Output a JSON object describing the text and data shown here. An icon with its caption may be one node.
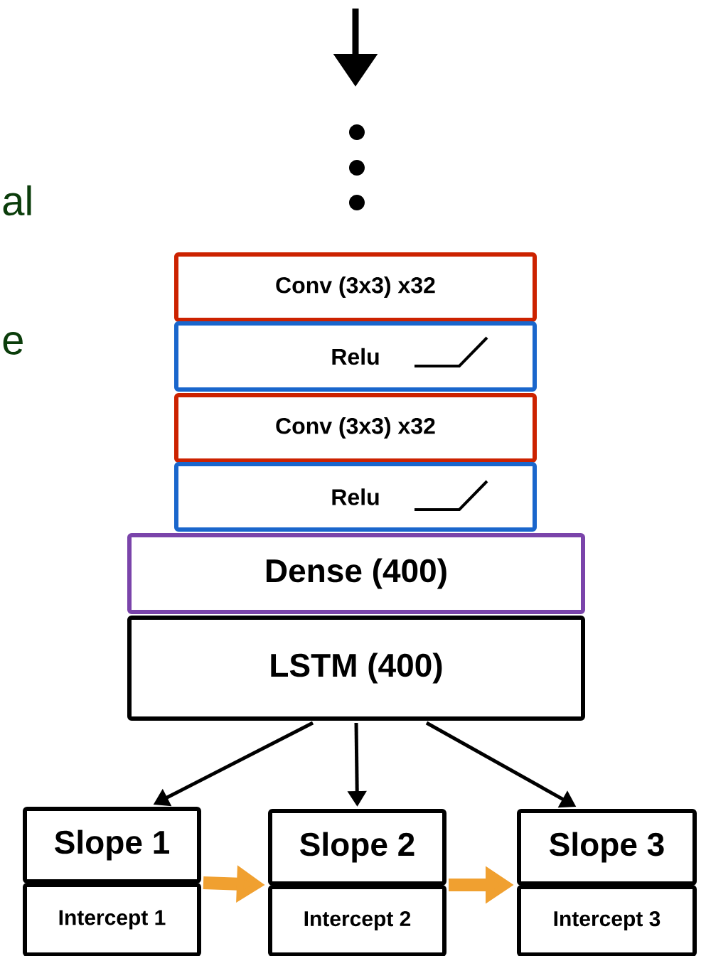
{
  "diagram": {
    "nodes": [
      {
        "text": [
          "Conv (3x3) x32"
        ]
      },
      {
        "text": [
          "Relu"
        ]
      },
      {
        "text": [
          "Conv (3x3) x32"
        ]
      },
      {
        "text": [
          "Relu"
        ]
      },
      {
        "text": [
          "Dense (400)"
        ]
      },
      {
        "text": [
          "LSTM (400)"
        ]
      },
      {
        "text": [
          "Slope 1"
        ]
      },
      {
        "text": [
          "Intercept 1"
        ]
      },
      {
        "text": [
          "Slope 2"
        ]
      },
      {
        "text": [
          "Intercept 2"
        ]
      },
      {
        "text": [
          "Slope 3"
        ]
      },
      {
        "text": [
          "Intercept 3"
        ]
      }
    ],
    "edges": [
      {
        "from": 5,
        "to": 6,
        "arrow": "to"
      },
      {
        "from": 5,
        "to": 8,
        "arrow": "to"
      },
      {
        "from": 5,
        "to": 10,
        "arrow": "to"
      },
      {
        "from": 7,
        "to": 9,
        "arrow": "to",
        "style": "thick",
        "color": "#f0a030"
      },
      {
        "from": 9,
        "to": 11,
        "arrow": "to",
        "style": "thick",
        "color": "#f0a030"
      }
    ],
    "labels": [
      "al",
      "e"
    ]
  }
}
